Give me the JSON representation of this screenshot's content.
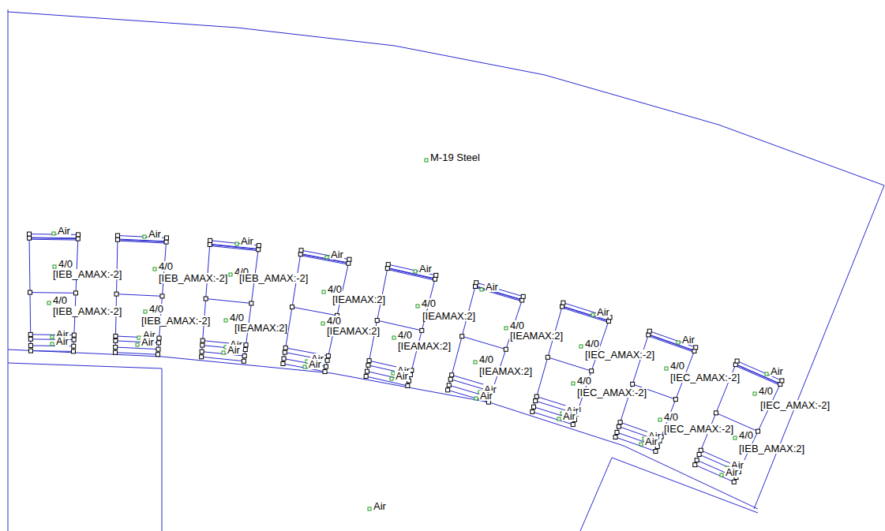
{
  "diagram": {
    "labels": [
      "M-19 Steel",
      "Air",
      "4/0",
      "[IEB_AMAX:-2]",
      "4/0",
      "[IEB_AMAX:-2]",
      "Air",
      "Air",
      "Air",
      "4/0",
      "[IEB_AMAX:-2]",
      "4/0",
      "[IEB_AMAX:-2]",
      "Air",
      "Air",
      "Air",
      "4/0",
      "[IEB_AMAX:-2]",
      "4/0",
      "[IEAMAX:2]",
      "Air",
      "Air",
      "Air",
      "4/0",
      "[IEAMAX:2]",
      "4/0",
      "[IEAMAX:2]",
      "Air",
      "Air",
      "Air",
      "4/0",
      "[IEAMAX:2]",
      "4/0",
      "[IEAMAX:2]",
      "Air",
      "Air",
      "Air",
      "4/0",
      "[IEAMAX:2]",
      "4/0",
      "[IEAMAX:2]",
      "Air",
      "Air",
      "Air",
      "4/0",
      "[IEC_AMAX:-2]",
      "4/0",
      "[IEC_AMAX:-2]",
      "Air",
      "Air",
      "Air",
      "4/0",
      "[IEC_AMAX:-2]",
      "4/0",
      "[IEC_AMAX:-2]",
      "Air",
      "Air",
      "Air",
      "4/0",
      "[IEC_AMAX:-2]",
      "4/0",
      "[IEB_AMAX:2]",
      "Air",
      "Air",
      "Air"
    ]
  }
}
